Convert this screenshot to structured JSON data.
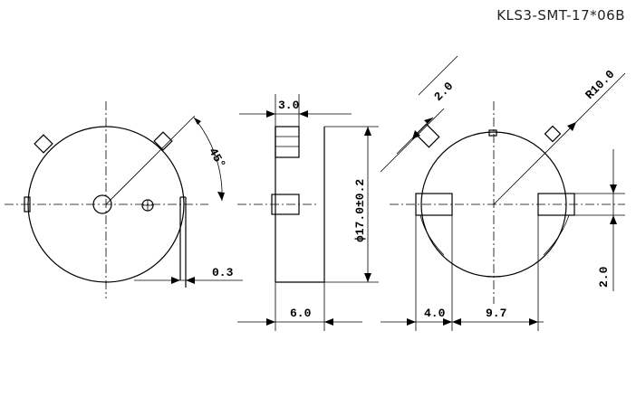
{
  "part_number": "KLS3-SMT-17*06B",
  "dimensions": {
    "top_width": "3.0",
    "diameter": "ϕ17.0±0.2",
    "angle": "45°",
    "lead_thickness": "0.3",
    "height": "6.0",
    "pad_width_left": "4.0",
    "pad_span": "9.7",
    "pad_width_diag": "2.0",
    "radius": "R10.0",
    "pad_height_right": "2.0"
  }
}
